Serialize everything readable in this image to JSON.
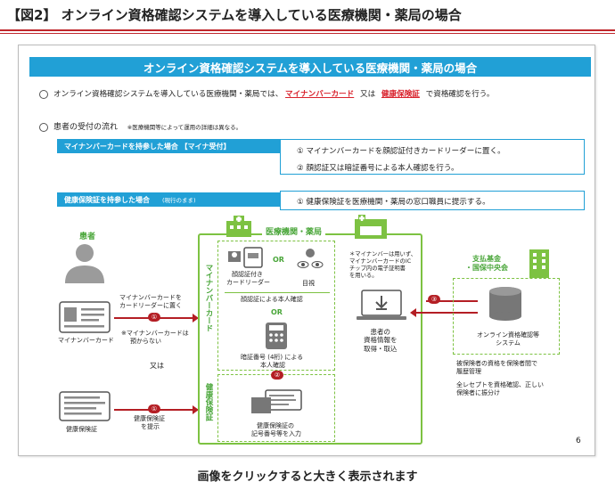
{
  "figure_title": "【図2】 オンライン資格確認システムを導入している医療機関・薬局の場合",
  "slide": {
    "header": "オンライン資格確認システムを導入している医療機関・薬局の場合",
    "bullet1_a": "医療機関・薬局では、",
    "bullet1_pre": "オンライン資格確認システムを導入している医療機関・薬局では、",
    "bullet1_card": "マイナンバーカード",
    "bullet1_mid": "又は",
    "bullet1_insurance": "健康保険証",
    "bullet1_post": "で資格確認を行う。",
    "bullet2_label": "患者の受付の流れ",
    "bullet2_note": "※医療機関等によって運用の詳細は異なる。",
    "mynacard_bar": "マイナンバーカードを持参した場合 【マイナ受付】",
    "mynacard_step1": "① マイナンバーカードを顔認証付きカードリーダーに置く。",
    "mynacard_step2": "② 顔認証又は暗証番号による本人確認を行う。",
    "insurance_bar": "健康保険証を持参した場合",
    "insurance_bar_note": "(現行のまま)",
    "insurance_step1": "① 健康保険証を医療機関・薬局の窓口職員に提示する。",
    "patient_label": "患者",
    "mynacard_label": "マイナンバーカード",
    "mynacard_place": "マイナンバーカードをカードリーダーに置く",
    "mynacard_place_l1": "マイナンバーカードを",
    "mynacard_place_l2": "カードリーダーに置く",
    "no_keep_l1": "※マイナンバーカードは",
    "no_keep_l2": "預からない",
    "or_text": "又は",
    "insurance_label": "健康保険証",
    "insurance_present_l1": "健康保険証",
    "insurance_present_l2": "を提示",
    "hospital_label": "医療機関・薬局",
    "vertical_mynacard": "マイナンバーカード",
    "vertical_insurance": "健康保険証",
    "face_reader_l1": "顔認証付き",
    "face_reader_l2": "カードリーダー",
    "or1": "OR",
    "visual_check": "目視",
    "face_auth": "顔認証による本人確認",
    "or2": "OR",
    "pin_l1": "暗証番号 (4桁) による",
    "pin_l2": "本人確認",
    "insurance_input_l1": "健康保険証の",
    "insurance_input_l2": "記号番号等を入力",
    "ic_note_l1": "＊マイナンバーは用いず、",
    "ic_note_l2": "マイナンバーカードのIC",
    "ic_note_l3": "チップ内の電子証明書",
    "ic_note_l4": "を用いる。",
    "patient_info_l1": "患者の",
    "patient_info_l2": "資格情報を",
    "patient_info_l3": "取得・取込",
    "fund_l1": "支払基金",
    "fund_l2": "・国保中央会",
    "system_l1": "オンライン資格確認等",
    "system_l2": "システム",
    "fund_note1_l1": "被保険者の資格を保険者間で",
    "fund_note1_l2": "履歴管理",
    "fund_note2_l1": "全レセプトを資格確認、正しい",
    "fund_note2_l2": "保険者に振分け",
    "badge1": "①",
    "badge1b": "①",
    "badge2": "②",
    "badge3": "③",
    "page_number": "6"
  },
  "caption": "画像をクリックすると大きく表示されます",
  "colors": {
    "accent_blue": "#21a0d6",
    "green": "#7dc242",
    "red": "#d9232d",
    "dark_red": "#b41e24"
  }
}
